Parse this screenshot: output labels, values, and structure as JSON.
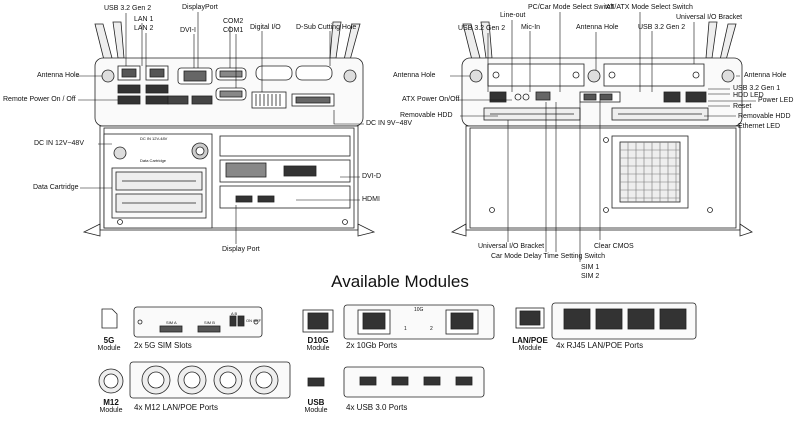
{
  "front": {
    "labels": {
      "usb_gen2": "USB 3.2 Gen 2",
      "lan1": "LAN 1",
      "lan2": "LAN 2",
      "displayport_top": "DisplayPort",
      "dvi_i": "DVI-I",
      "com2": "COM2",
      "com1": "COM1",
      "digital_io": "Digital I/O",
      "dsub_hole": "D-Sub Cutting Hole",
      "antenna_hole": "Antenna Hole",
      "remote_power": "Remote Power On / Off",
      "dc_in_9_48": "DC IN 9V~48V",
      "dc_in_12_48": "DC IN 12V~48V",
      "data_cartridge": "Data Cartridge",
      "dvi_d": "DVI-D",
      "hdmi": "HDMI",
      "display_port": "Display Port"
    },
    "panel_text": {
      "dc_in": "DC IN 12V-48V",
      "data_cartridge": "Data Cartridge"
    }
  },
  "rear": {
    "labels": {
      "usb_gen2_left": "USB 3.2 Gen 2",
      "line_out": "Line-out",
      "mic_in": "Mic-In",
      "pc_car_switch": "PC/Car Mode Select Switch",
      "antenna_hole_top": "Antenna Hole",
      "at_atx_switch": "AT/ATX Mode Select Switch",
      "usb_gen2_right": "USB 3.2 Gen 2",
      "universal_io_top": "Universal I/O Bracket",
      "antenna_hole_left": "Antenna Hole",
      "antenna_hole_right": "Antenna Hole",
      "usb_gen1": "USB 3.2 Gen 1",
      "hdd_led": "HDD LED",
      "power_led": "Power LED",
      "reset": "Reset",
      "atx_power": "ATX Power On/Off",
      "removable_hdd_left": "Removable HDD",
      "removable_hdd_right": "Removable HDD",
      "ethernet_led": "Ethernet LED",
      "universal_io_bottom": "Universal I/O Bracket",
      "car_mode_delay": "Car Mode Delay Time Setting Switch",
      "clear_cmos": "Clear CMOS",
      "sim1": "SIM 1",
      "sim2": "SIM 2"
    }
  },
  "modules_title": "Available Modules",
  "modules": [
    {
      "name": "5G",
      "sub": "Module",
      "caption": "2x 5G SIM Slots",
      "panel_text": [
        "SIM A",
        "SIM B",
        "A B",
        "ON OFF"
      ]
    },
    {
      "name": "D10G",
      "sub": "Module",
      "caption": "2x 10Gb Ports",
      "panel_text": [
        "10G",
        "1",
        "2"
      ]
    },
    {
      "name": "LAN/POE",
      "sub": "Module",
      "caption": "4x RJ45 LAN/POE Ports"
    },
    {
      "name": "M12",
      "sub": "Module",
      "caption": "4x M12 LAN/POE Ports"
    },
    {
      "name": "USB",
      "sub": "Module",
      "caption": "4x USB 3.0 Ports"
    }
  ]
}
